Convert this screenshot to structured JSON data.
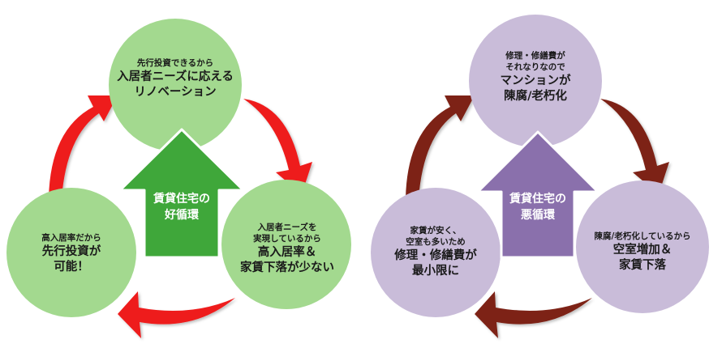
{
  "colors": {
    "good_circle": "#a3d98f",
    "good_house": "#3fa73a",
    "good_arrow": "#ee1c1c",
    "bad_circle": "#c9bcd9",
    "bad_house": "#8a70ac",
    "bad_arrow": "#7d2214"
  },
  "good_cycle": {
    "center": {
      "line1": "賃貸住宅の",
      "line2": "好循環"
    },
    "top": {
      "small1": "先行投資できるから",
      "big1": "入居者ニーズに応える",
      "big2": "リノベーション"
    },
    "right": {
      "small1": "入居者ニーズを",
      "small2": "実現しているから",
      "big1": "高入居率＆",
      "big2": "家賃下落が少ない"
    },
    "left": {
      "small1": "高入居率だから",
      "big1": "先行投資が",
      "big2": "可能！"
    }
  },
  "bad_cycle": {
    "center": {
      "line1": "賃貸住宅の",
      "line2": "悪循環"
    },
    "top": {
      "small1": "修理・修繕費が",
      "small2": "それなりなので",
      "big1": "マンションが",
      "big2": "陳腐/老朽化"
    },
    "right": {
      "small1": "陳腐/老朽化しているから",
      "big1": "空室増加＆",
      "big2": "家賃下落"
    },
    "left": {
      "small1": "家賃が安く、",
      "small2": "空室も多いため",
      "big1": "修理・修繕費が",
      "big2": "最小限に"
    }
  }
}
